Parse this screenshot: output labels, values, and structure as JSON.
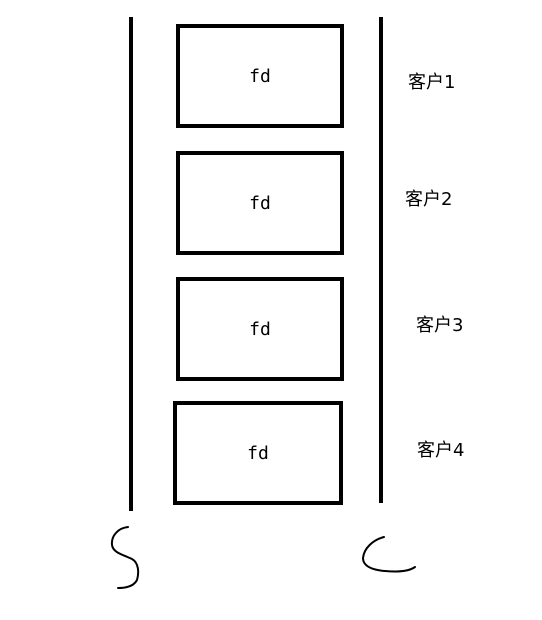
{
  "diagram": {
    "fd_boxes": [
      {
        "label": "fd"
      },
      {
        "label": "fd"
      },
      {
        "label": "fd"
      },
      {
        "label": "fd"
      }
    ],
    "clients": [
      {
        "label": "客户1"
      },
      {
        "label": "客户2"
      },
      {
        "label": "客户3"
      },
      {
        "label": "客户4"
      }
    ],
    "colors": {
      "stroke": "#000000",
      "background": "#ffffff"
    }
  }
}
